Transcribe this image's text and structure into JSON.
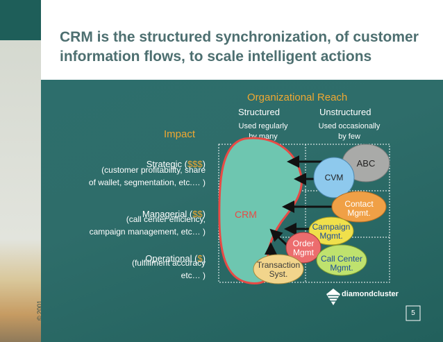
{
  "title": "CRM  is the structured synchronization, of customer\ninformation flows, to scale intelligent actions",
  "copyright": "© 2001",
  "org_reach": {
    "heading": "Organizational Reach",
    "structured": "Structured",
    "unstructured": "Unstructured",
    "structured_sub": "Used regularly\nby many",
    "unstructured_sub": "Used occasionally\nby few"
  },
  "impact": {
    "heading": "Impact",
    "strategic": {
      "label": "Strategic (",
      "cost": "$$$",
      "close": ")",
      "desc": "(customer profitability, share\nof wallet, segmentation, etc.… )"
    },
    "managerial": {
      "label": "Managerial (",
      "cost": "$$",
      "close": ")",
      "desc": "(call center efficiency,\ncampaign management, etc… )"
    },
    "operational": {
      "label": "Operational (",
      "cost": "$",
      "close": ")",
      "desc": "(fulfillment accuracy\netc… )"
    }
  },
  "crm_label": "CRM",
  "nodes": {
    "abc": "ABC",
    "cvm": "CVM",
    "contact": "Contact\nMgmt.",
    "campaign": "Campaign\nMgmt.",
    "order": "Order\nMgmt",
    "callcenter": "Call Center\nMgmt.",
    "transaction": "Transaction\nSyst."
  },
  "logo_text": "diamondcluster",
  "page_number": "5",
  "colors": {
    "title": "#4d6f70",
    "background": "#2d6e6c",
    "accent": "#f0a832",
    "crm_fill": "#6ec6b0",
    "crm_border": "#e84a45"
  }
}
